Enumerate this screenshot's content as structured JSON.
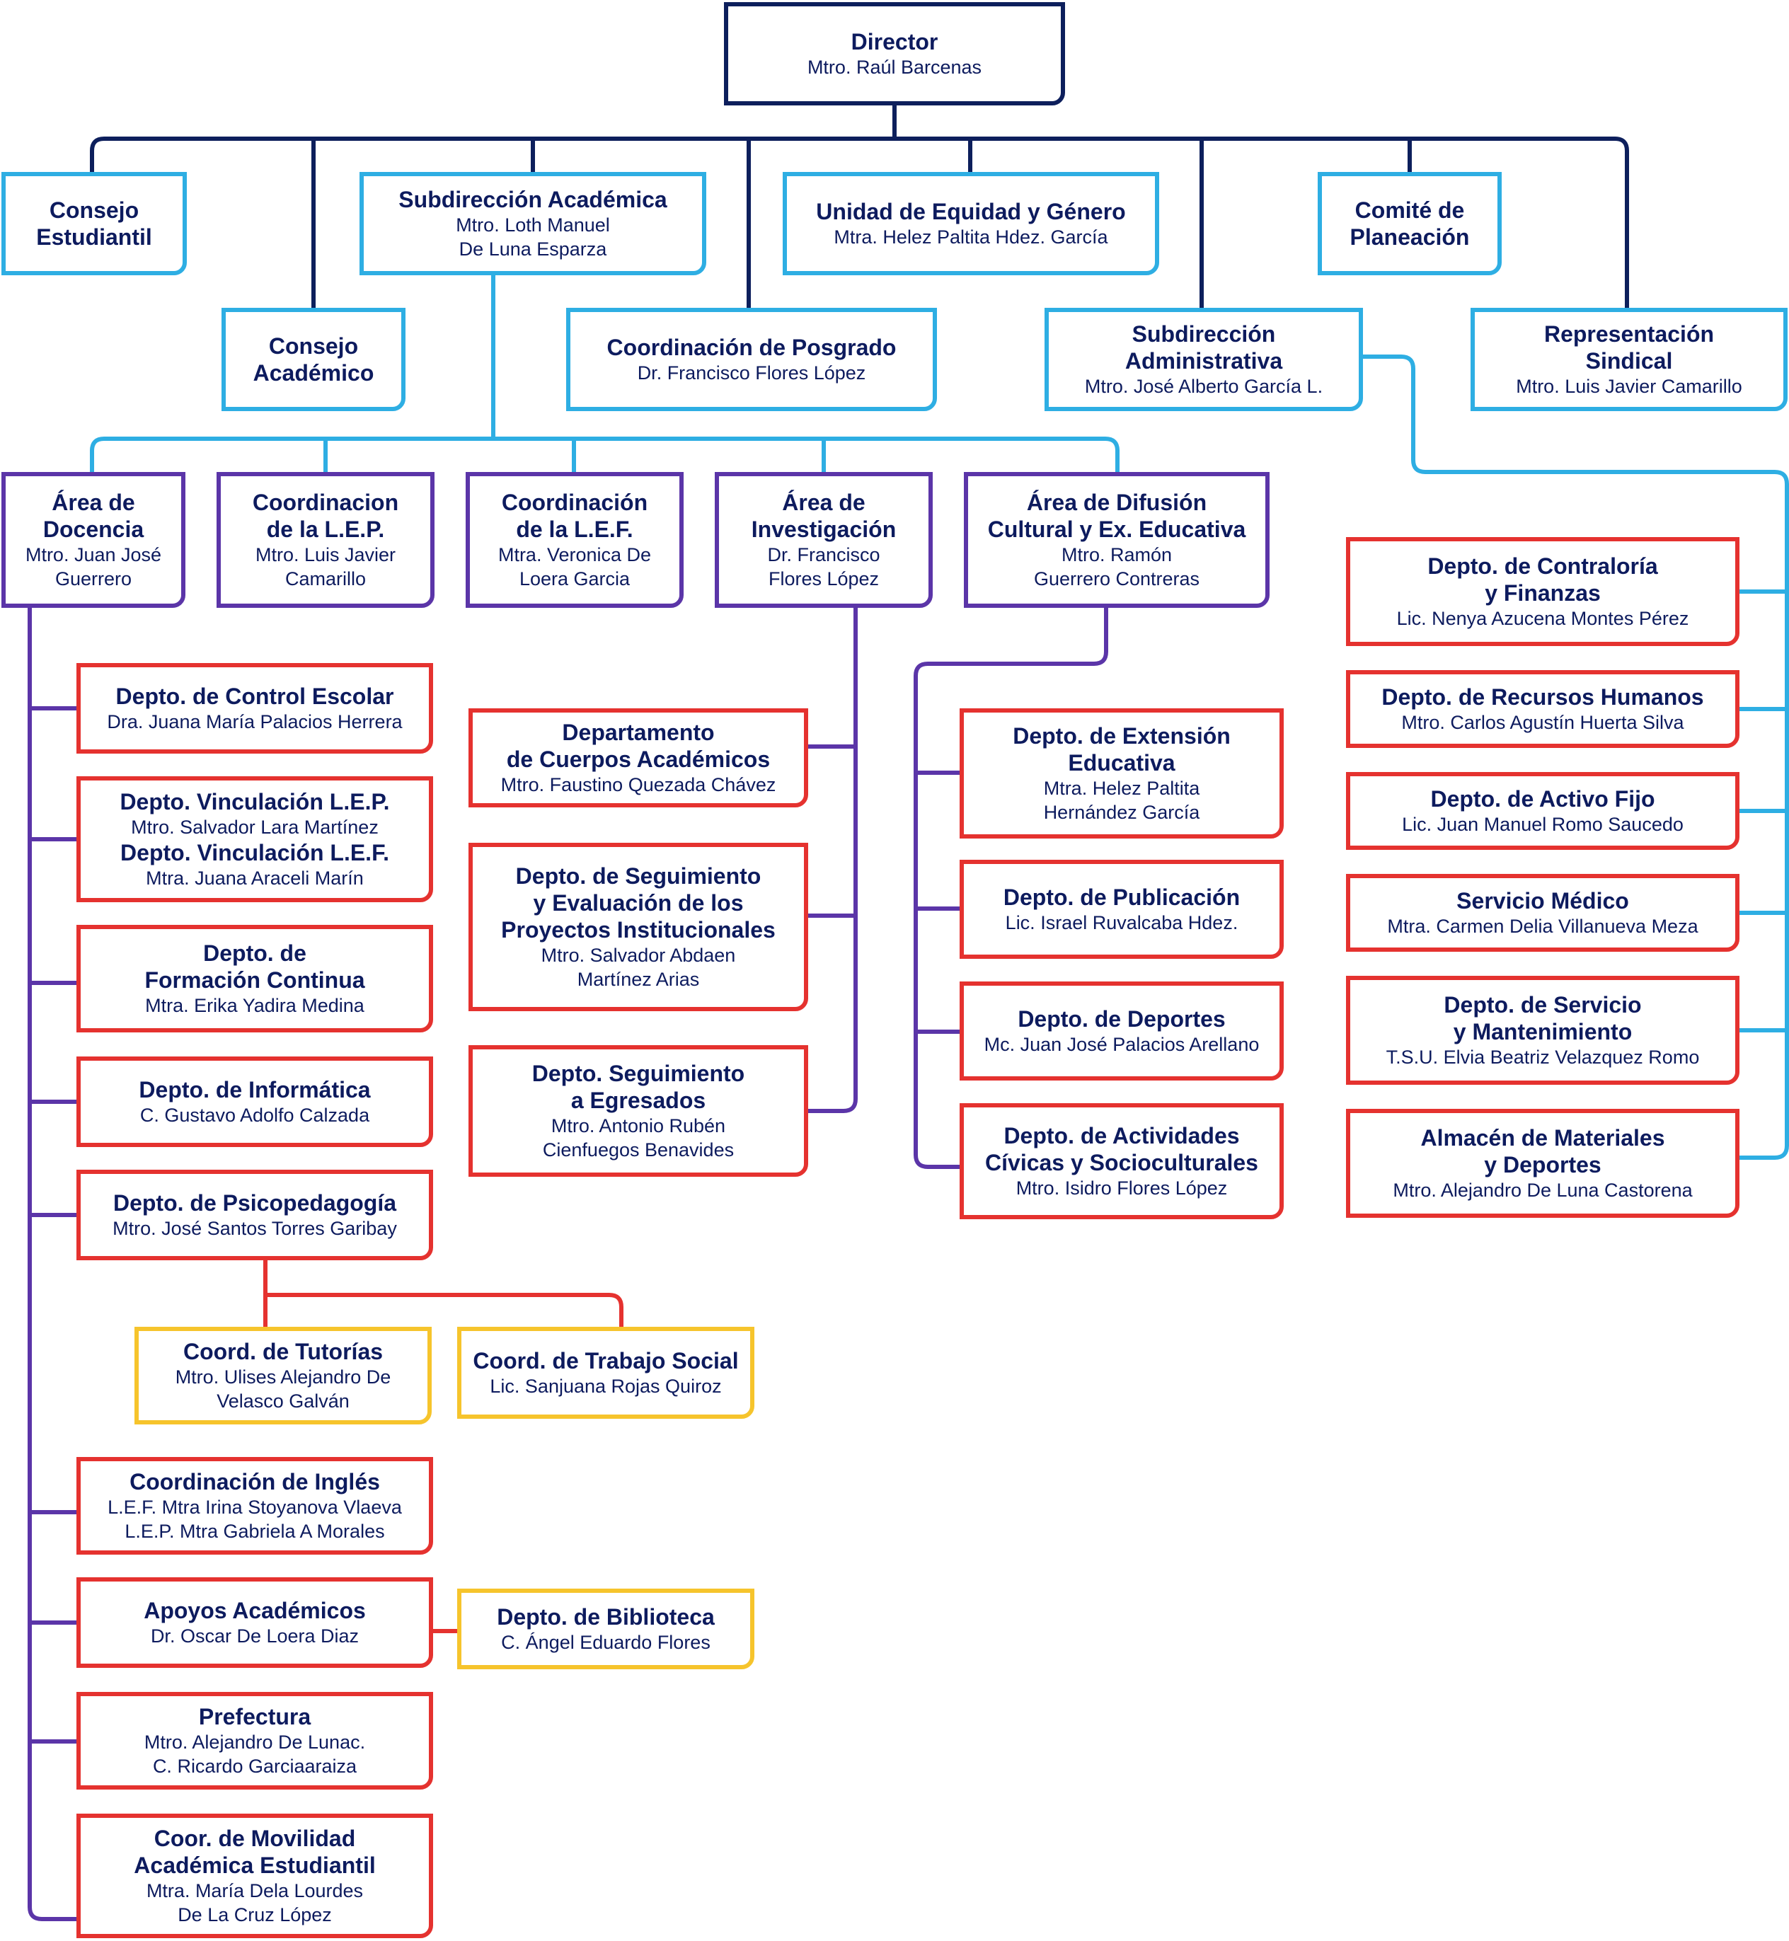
{
  "colors": {
    "level_1": "#0d1f5c",
    "level_2": "#2eaee3",
    "level_3": "#5b35a8",
    "level_4": "#e5322f",
    "level_5": "#f6c42c",
    "text": "#0d1b5e"
  },
  "nodes": {
    "director": {
      "title": [
        "Director"
      ],
      "sub": [
        "Mtro. Raúl Barcenas"
      ]
    },
    "consejo_estudiantil": {
      "title": [
        "Consejo",
        "Estudiantil"
      ],
      "sub": []
    },
    "subdireccion_academica": {
      "title": [
        "Subdirección Académica"
      ],
      "sub": [
        "Mtro. Loth Manuel",
        "De Luna Esparza"
      ]
    },
    "unidad_equidad": {
      "title": [
        "Unidad de Equidad y Género"
      ],
      "sub": [
        "Mtra. Helez Paltita Hdez. García"
      ]
    },
    "comite_planeacion": {
      "title": [
        "Comité de",
        "Planeación"
      ],
      "sub": []
    },
    "consejo_academico": {
      "title": [
        "Consejo",
        "Académico"
      ],
      "sub": []
    },
    "coord_posgrado": {
      "title": [
        "Coordinación de Posgrado"
      ],
      "sub": [
        "Dr. Francisco Flores López"
      ]
    },
    "subdireccion_administrativa": {
      "title": [
        "Subdirección",
        "Administrativa"
      ],
      "sub": [
        "Mtro. José Alberto García L."
      ]
    },
    "representacion_sindical": {
      "title": [
        "Representación",
        "Sindical"
      ],
      "sub": [
        "Mtro. Luis Javier Camarillo"
      ]
    },
    "area_docencia": {
      "title": [
        "Área de",
        "Docencia"
      ],
      "sub": [
        "Mtro. Juan José",
        "Guerrero"
      ]
    },
    "coord_lep": {
      "title": [
        "Coordinacion",
        "de la L.E.P."
      ],
      "sub": [
        "Mtro. Luis Javier",
        "Camarillo"
      ]
    },
    "coord_lef": {
      "title": [
        "Coordinación",
        "de la L.E.F."
      ],
      "sub": [
        "Mtra. Veronica De",
        "Loera Garcia"
      ]
    },
    "area_investigacion": {
      "title": [
        "Área de",
        "Investigación"
      ],
      "sub": [
        "Dr. Francisco",
        "Flores López"
      ]
    },
    "area_difusion": {
      "title": [
        "Área de Difusión",
        "Cultural y Ex. Educativa"
      ],
      "sub": [
        "Mtro. Ramón",
        "Guerrero Contreras"
      ]
    },
    "control_escolar": {
      "title": [
        "Depto. de Control Escolar"
      ],
      "sub": [
        "Dra. Juana María Palacios Herrera"
      ]
    },
    "vinculacion": {
      "lines": [
        {
          "b": true,
          "t": "Depto. Vinculación L.E.P."
        },
        {
          "b": false,
          "t": "Mtro. Salvador Lara Martínez"
        },
        {
          "b": true,
          "t": "Depto. Vinculación L.E.F."
        },
        {
          "b": false,
          "t": "Mtra. Juana Araceli Marín"
        }
      ]
    },
    "formacion_continua": {
      "title": [
        "Depto. de",
        "Formación Continua"
      ],
      "sub": [
        "Mtra. Erika Yadira Medina"
      ]
    },
    "informatica": {
      "title": [
        "Depto. de Informática"
      ],
      "sub": [
        "C. Gustavo Adolfo Calzada"
      ]
    },
    "psicopedagogia": {
      "title": [
        "Depto. de Psicopedagogía"
      ],
      "sub": [
        "Mtro. José Santos Torres Garibay"
      ]
    },
    "tutorias": {
      "title": [
        "Coord. de Tutorías"
      ],
      "sub": [
        "Mtro. Ulises Alejandro De",
        "Velasco Galván"
      ]
    },
    "trabajo_social": {
      "title": [
        "Coord. de Trabajo Social"
      ],
      "sub": [
        "Lic. Sanjuana Rojas Quiroz"
      ]
    },
    "ingles": {
      "title": [
        "Coordinación de Inglés"
      ],
      "sub": [
        "L.E.F. Mtra Irina Stoyanova Vlaeva",
        "L.E.P. Mtra Gabriela A Morales"
      ]
    },
    "apoyos": {
      "title": [
        "Apoyos Académicos"
      ],
      "sub": [
        "Dr. Oscar De Loera Diaz"
      ]
    },
    "biblioteca": {
      "title": [
        "Depto. de Biblioteca"
      ],
      "sub": [
        "C. Ángel Eduardo Flores"
      ]
    },
    "prefectura": {
      "title": [
        "Prefectura"
      ],
      "sub": [
        "Mtro. Alejandro De Lunac.",
        "C. Ricardo Garciaaraiza"
      ]
    },
    "movilidad": {
      "title": [
        "Coor. de Movilidad",
        "Académica Estudiantil"
      ],
      "sub": [
        "Mtra. María Dela Lourdes",
        "De La Cruz López"
      ]
    },
    "cuerpos_academicos": {
      "title": [
        "Departamento",
        "de Cuerpos Académicos"
      ],
      "sub": [
        "Mtro. Faustino Quezada Chávez"
      ]
    },
    "seguimiento_proyectos": {
      "title": [
        "Depto. de Seguimiento",
        "y Evaluación de los",
        "Proyectos Institucionales"
      ],
      "sub": [
        "Mtro. Salvador Abdaen",
        "Martínez Arias"
      ]
    },
    "seguimiento_egresados": {
      "title": [
        "Depto. Seguimiento",
        "a Egresados"
      ],
      "sub": [
        "Mtro. Antonio Rubén",
        "Cienfuegos Benavides"
      ]
    },
    "extension_educativa": {
      "title": [
        "Depto. de Extensión",
        "Educativa"
      ],
      "sub": [
        "Mtra. Helez Paltita",
        "Hernández García"
      ]
    },
    "publicacion": {
      "title": [
        "Depto. de Publicación"
      ],
      "sub": [
        "Lic. Israel Ruvalcaba Hdez."
      ]
    },
    "deportes": {
      "title": [
        "Depto. de Deportes"
      ],
      "sub": [
        "Mc. Juan José Palacios Arellano"
      ]
    },
    "actividades_civicas": {
      "title": [
        "Depto. de Actividades",
        "Cívicas y Socioculturales"
      ],
      "sub": [
        "Mtro. Isidro Flores López"
      ]
    },
    "contraloria": {
      "title": [
        "Depto. de Contraloría",
        "y Finanzas"
      ],
      "sub": [
        "Lic. Nenya Azucena Montes Pérez"
      ]
    },
    "recursos_humanos": {
      "title": [
        "Depto. de Recursos Humanos"
      ],
      "sub": [
        "Mtro. Carlos Agustín Huerta Silva"
      ]
    },
    "activo_fijo": {
      "title": [
        "Depto. de Activo Fijo"
      ],
      "sub": [
        "Lic. Juan Manuel Romo Saucedo"
      ]
    },
    "servicio_medico": {
      "title": [
        "Servicio Médico"
      ],
      "sub": [
        "Mtra. Carmen Delia Villanueva Meza"
      ]
    },
    "servicio_mantenimiento": {
      "title": [
        "Depto. de Servicio",
        "y Mantenimiento"
      ],
      "sub": [
        "T.S.U. Elvia Beatriz Velazquez Romo"
      ]
    },
    "almacen": {
      "title": [
        "Almacén de Materiales",
        "y Deportes"
      ],
      "sub": [
        "Mtro. Alejandro De Luna Castorena"
      ]
    }
  }
}
